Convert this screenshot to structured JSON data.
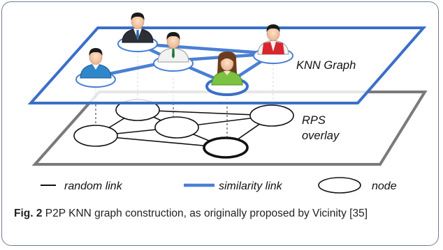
{
  "layers": {
    "knn_label": "KNN Graph",
    "rps_label_line1": "RPS",
    "rps_label_line2": "overlay"
  },
  "legend": {
    "random_link": "random link",
    "similarity_link": "similarity link",
    "node": "node"
  },
  "caption": {
    "label": "Fig. 2",
    "text": " P2P KNN graph construction, as originally proposed by Vicinity [35]"
  },
  "colors": {
    "knn_plane_border": "#3a6fc8",
    "similarity_link": "#4a7fd4",
    "rps_plane_border": "#7a7a7a",
    "random_link": "#111111",
    "card_border": "#6f7f90"
  },
  "icons": [
    "user-avatar-icon"
  ]
}
